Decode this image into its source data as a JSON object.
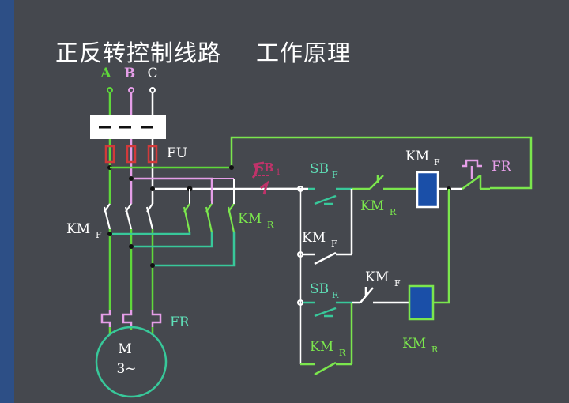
{
  "title": {
    "main": "正反转控制线路",
    "sub": "工作原理"
  },
  "phases": {
    "a": "A",
    "b": "B",
    "c": "C"
  },
  "labels": {
    "fuse": "FU",
    "km_f_main": "KM",
    "km_f_main_sub": "F",
    "km_r_main": "KM",
    "km_r_main_sub": "R",
    "fr_main": "FR",
    "motor_line1": "M",
    "motor_line2": "3~",
    "sb1": "SB",
    "sb1_sub": "1",
    "sbf": "SB",
    "sbf_sub": "F",
    "km_r_interlock_top": "KM",
    "km_r_interlock_top_sub": "R",
    "km_f_coil": "KM",
    "km_f_coil_sub": "F",
    "fr_nc": "FR",
    "km_f_hold": "KM",
    "km_f_hold_sub": "F",
    "sbr": "SB",
    "sbr_sub": "R",
    "km_f_interlock": "KM",
    "km_f_interlock_sub": "F",
    "km_r_coil": "KM",
    "km_r_coil_sub": "R",
    "km_r_hold": "KM",
    "km_r_hold_sub": "R"
  },
  "colors": {
    "background": "#45484e",
    "left_bar": "#2d4f86",
    "phase_a": "#5fd83a",
    "phase_b": "#e59ee8",
    "phase_c": "#ffffff",
    "control_wire": "#7be64d",
    "teal_wire": "#38c89a",
    "label_teal": "#5fe0b8",
    "sb1_red": "#c0336a",
    "fuse_red": "#d23a3a",
    "coil_blue": "#1a4fa8"
  }
}
